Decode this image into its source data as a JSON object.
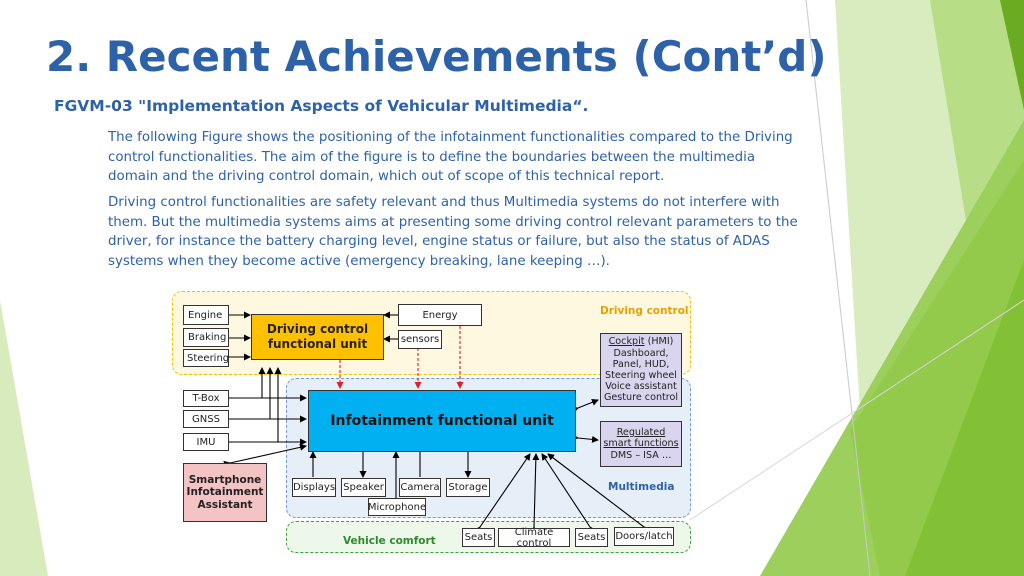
{
  "slide": {
    "title": "2. Recent Achievements (Cont’d)",
    "subtitle": "FGVM-03 \"Implementation Aspects of Vehicular Multimedia“.",
    "paragraph1": "The following Figure shows the positioning of the infotainment functionalities compared to the Driving control functionalities. The aim of the figure is to define the boundaries between the multimedia domain and the driving control domain, which out of scope of this technical report.",
    "paragraph2": "Driving control functionalities are safety relevant and thus Multimedia systems do not interfere with them. But the multimedia systems aims at presenting some driving control relevant parameters to the driver, for instance the battery charging level, engine status or failure, but also the status of ADAS systems when they become active (emergency breaking, lane keeping …)."
  },
  "diagram": {
    "zones": {
      "driving_control": "Driving control",
      "multimedia": "Multimedia",
      "vehicle_comfort": "Vehicle comfort"
    },
    "nodes": {
      "engine": "Engine",
      "braking": "Braking",
      "steering": "Steering",
      "driving_control_unit_line1": "Driving control",
      "driving_control_unit_line2": "functional unit",
      "energy": "Energy",
      "sensors": "sensors",
      "cockpit_title": "Cockpit",
      "cockpit_suffix": " (HMI)",
      "cockpit_line2": "Dashboard,",
      "cockpit_line3": "Panel, HUD,",
      "cockpit_line4": "Steering wheel",
      "cockpit_line5": "Voice assistant",
      "cockpit_line6": "Gesture control",
      "tbox": "T-Box",
      "gnss": "GNSS",
      "imu": "IMU",
      "infotainment_unit": "Infotainment functional unit",
      "regulated_line1": "Regulated",
      "regulated_line2": "smart functions",
      "regulated_line3": "DMS – ISA …",
      "smartphone_line1": "Smartphone",
      "smartphone_line2": "Infotainment",
      "smartphone_line3": "Assistant",
      "displays": "Displays",
      "speaker": "Speaker",
      "camera": "Camera",
      "storage": "Storage",
      "microphone": "Microphone",
      "seats_1": "Seats",
      "climate_control": "Climate control",
      "seats_2": "Seats",
      "doors_latch": "Doors/latch"
    },
    "colors": {
      "title_blue": "#2e62a8",
      "driving_zone_fill": "#fff8e1",
      "driving_zone_border": "#f2c000",
      "driving_label": "#e6a100",
      "multimedia_fill": "#e6eef8",
      "multimedia_border": "#6f9bd1",
      "multimedia_label": "#2e62a8",
      "comfort_fill": "#eef8ea",
      "comfort_border": "#3aa040",
      "comfort_label": "#2e8a2e",
      "driving_unit_fill": "#ffc000",
      "infotainment_fill": "#00b0f0",
      "lavender_fill": "#d9d5ee",
      "pink_fill": "#f4c4c4",
      "red_arrow": "#e02020",
      "green_deco": "#8cc63f"
    }
  }
}
